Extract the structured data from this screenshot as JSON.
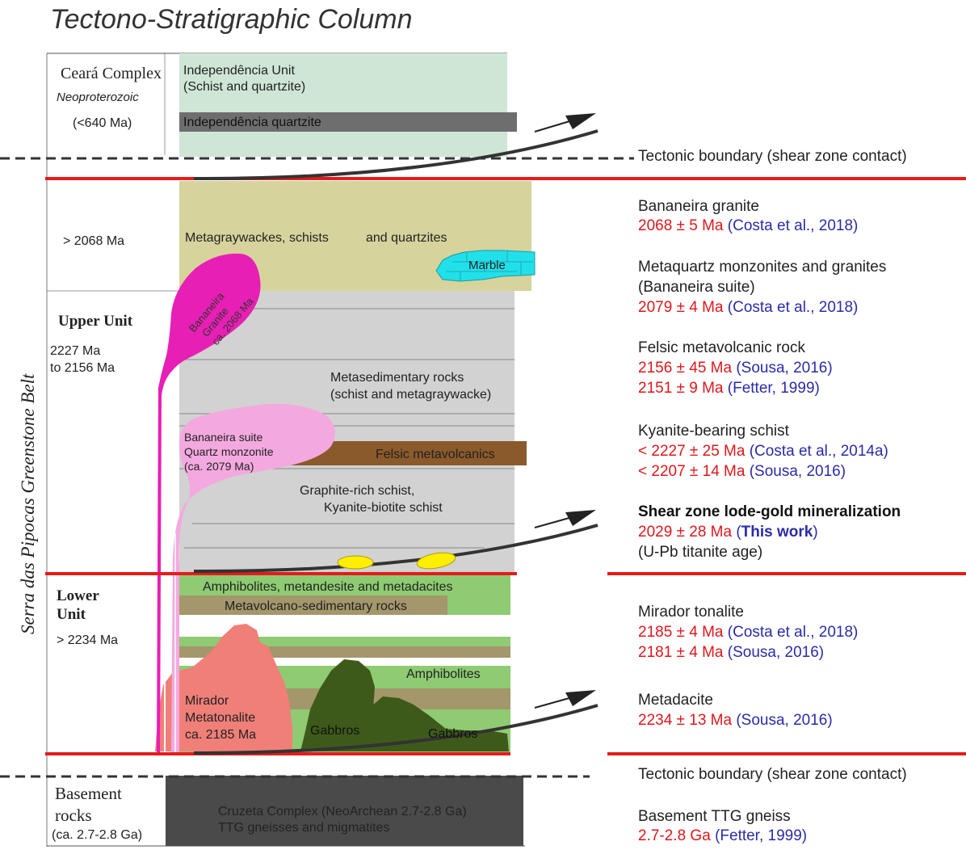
{
  "title": "Tectono-Stratigraphic Column",
  "colors": {
    "boundary_red": "#e41c1c",
    "age_red": "#e0161b",
    "ref_blue": "#2b2ba8",
    "ceara_green": "#cfe6d6",
    "upper_khaki": "#d6d39c",
    "upper_gray": "#d2d2d2",
    "lower_green": "#8fcb72",
    "gabbro": "#3e5a1a",
    "granite_magenta": "#e81fb4",
    "suite_pink": "#f3a9df",
    "tonalite_salmon": "#f07f78",
    "felsic_brown": "#8b5a2b",
    "marble_cyan": "#22e0ea",
    "basement_dark": "#4a4a4a"
  },
  "left": {
    "vertical_label": "Serra das Pipocas Greenstone Belt",
    "ceara": {
      "name": "Ceará Complex",
      "era": "Neoproterozoic",
      "age": "(<640 Ma)"
    },
    "upper_top_age": "> 2068 Ma",
    "upper": {
      "name": "Upper Unit",
      "age1": "2227 Ma",
      "age2": "to 2156 Ma"
    },
    "lower": {
      "name1": "Lower",
      "name2": "Unit",
      "age": "> 2234 Ma"
    },
    "basement": {
      "name1": "Basement",
      "name2": "rocks",
      "age": "(ca. 2.7-2.8 Ga)"
    }
  },
  "column": {
    "independencia_unit": "Independência Unit",
    "independencia_unit_sub": "(Schist and quartzite)",
    "independencia_quartzite": "Independência quartzite",
    "metagraywackes_a": "Metagraywackes, schists",
    "metagraywackes_b": "and quartzites",
    "marble": "Marble",
    "bananeira_granite_1": "Bananeira",
    "bananeira_granite_2": "Granite",
    "bananeira_granite_3": "ca. 2068 Ma",
    "metasedimentary_1": "Metasedimentary rocks",
    "metasedimentary_2": "(schist and metagraywacke)",
    "suite_1": "Bananeira suite",
    "suite_2": "Quartz monzonite",
    "suite_3": "(ca. 2079 Ma)",
    "felsic": "Felsic metavolcanics",
    "graphite_1": "Graphite-rich schist,",
    "graphite_2": "Kyanite-biotite schist",
    "amphibolites_top": "Amphibolites, metandesite and metadacites",
    "metavolcano": "Metavolcano-sedimentary rocks",
    "amphibolites": "Amphibolites",
    "mirador_1": "Mirador",
    "mirador_2": "Metatonalite",
    "mirador_3": "ca. 2185 Ma",
    "gabbros_1": "Gabbros",
    "gabbros_2": "Gabbros",
    "cruzeta_1": "Cruzeta Complex (NeoArchean 2.7-2.8 Ga)",
    "cruzeta_2": "TTG gneisses and migmatites"
  },
  "right": {
    "tectonic_top": "Tectonic boundary (shear zone contact)",
    "bananeira_granite": {
      "name": "Bananeira granite",
      "age": "2068 ± 5 Ma",
      "ref": "(Costa et al., 2018)"
    },
    "metaquartz": {
      "name1": "Metaquartz monzonites and granites",
      "name2": "(Bananeira suite)",
      "age": "2079 ± 4 Ma",
      "ref": "(Costa et al., 2018)"
    },
    "felsic": {
      "name": "Felsic metavolcanic rock",
      "age1": "2156 ± 45 Ma",
      "ref1": "(Sousa, 2016)",
      "age2": "2151 ± 9 Ma",
      "ref2": "(Fetter, 1999)"
    },
    "kyanite": {
      "name": "Kyanite-bearing schist",
      "age1": "< 2227 ± 25 Ma",
      "ref1": "(Costa et al., 2014a)",
      "age2": "< 2207 ± 14 Ma",
      "ref2": "(Sousa, 2016)"
    },
    "shear": {
      "name": "Shear zone lode-gold mineralization",
      "age": "2029 ± 28 Ma",
      "paren_open": "(",
      "this_work": "This work",
      "paren_close": ")",
      "note": "(U-Pb titanite age)"
    },
    "mirador": {
      "name": "Mirador tonalite",
      "age1": "2185 ± 4 Ma",
      "ref1": "(Costa et al., 2018)",
      "age2": "2181 ± 4 Ma",
      "ref2": "(Sousa, 2016)"
    },
    "metadacite": {
      "name": "Metadacite",
      "age": "2234 ± 13 Ma",
      "ref": "(Sousa, 2016)"
    },
    "tectonic_bottom": "Tectonic boundary (shear zone contact)",
    "basement": {
      "name": "Basement TTG gneiss",
      "age": "2.7-2.8 Ga",
      "ref": "(Fetter, 1999)"
    }
  }
}
